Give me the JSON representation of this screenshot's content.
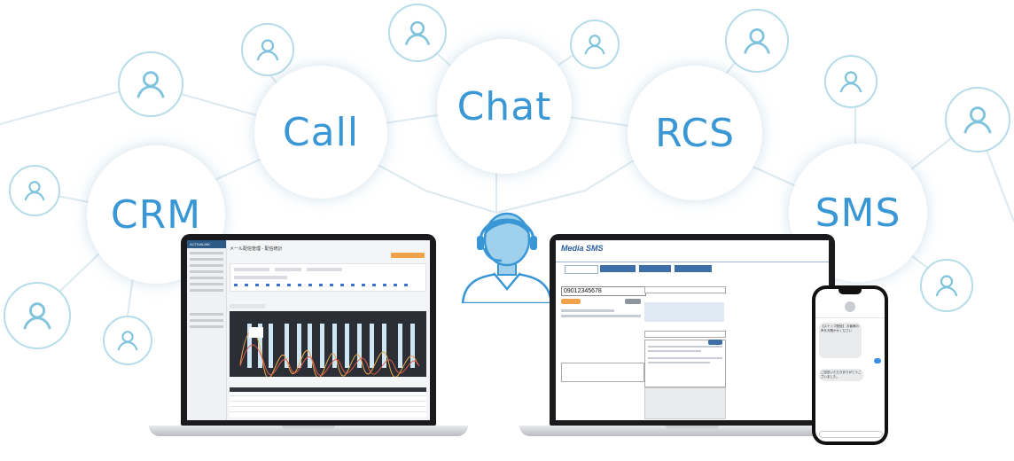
{
  "channels": {
    "crm": "CRM",
    "call": "Call",
    "chat": "Chat",
    "rcs": "RCS",
    "sms": "SMS"
  },
  "left_laptop": {
    "brand": "ACTIVALINK",
    "page_title": "メール配信管理 - 配信統計"
  },
  "right_laptop": {
    "logo": "Media SMS",
    "phone_number": "09012345678"
  },
  "phone": {
    "incoming_text": "【ステップ配信】 お客様の声をお聞かせください",
    "reply_text": "ご回答いただきありがとうございました。"
  },
  "colors": {
    "accent": "#3a97d6",
    "circle_border": "#b6dcea",
    "network_line": "#dce9ef"
  }
}
